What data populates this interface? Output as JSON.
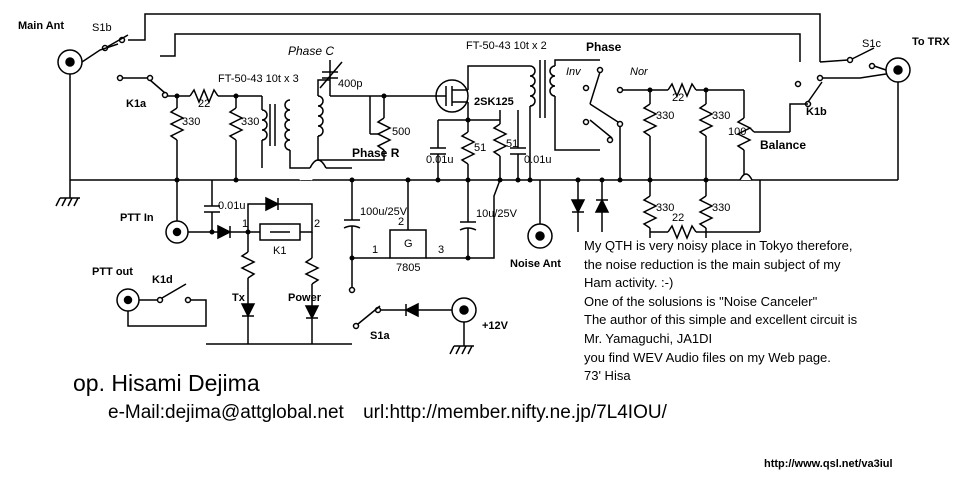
{
  "labels": {
    "main_ant": "Main Ant",
    "to_trx": "To TRX",
    "s1b": "S1b",
    "s1c": "S1c",
    "s1a": "S1a",
    "k1a": "K1a",
    "k1b": "K1b",
    "k1d": "K1d",
    "k1": "K1",
    "r22_left": "22",
    "r22_right": "22",
    "r22_bottom": "22",
    "r330_a": "330",
    "r330_b": "330",
    "r330_c": "330",
    "r330_d": "330",
    "r330_e": "330",
    "r330_f": "330",
    "toroid_left": "FT-50-43 10t x 3",
    "toroid_right": "FT-50-43 10t x 2",
    "phase_c": "Phase C",
    "cap_400p": "400p",
    "pot_500": "500",
    "phase_r": "Phase R",
    "fet": "2SK125",
    "r51_a": "51",
    "r51_b": "51",
    "cap_001_a": "0.01u",
    "cap_001_b": "0.01u",
    "cap_001_c": "0.01u",
    "phase": "Phase",
    "inv": "Inv",
    "nor": "Nor",
    "pot_100": "100",
    "balance": "Balance",
    "ptt_in": "PTT In",
    "ptt_out": "PTT out",
    "cap_100u": "100u/25V",
    "cap_10u": "10u/25V",
    "reg": "7805",
    "reg_pin1": "1",
    "reg_pin2": "2",
    "reg_pin3": "3",
    "reg_g": "G",
    "relay_pin1": "1",
    "relay_pin2": "2",
    "led_tx": "Tx",
    "led_power": "Power",
    "noise_ant": "Noise Ant",
    "plus12v": "+12V"
  },
  "notes": [
    "My QTH is very noisy place in Tokyo therefore,",
    "the noise reduction is the main subject of my",
    "Ham activity.  :-)",
    "One of the solusions is \"Noise Canceler\"",
    "The author of this simple and excellent circuit is",
    "Mr. Yamaguchi, JA1DI",
    "you find WEV Audio files on my Web page.",
    "73' Hisa"
  ],
  "author": "op. Hisami Dejima",
  "contact": {
    "email": "e-Mail:dejima@attglobal.net",
    "url": "url:http://member.nifty.ne.jp/7L4IOU/"
  },
  "website": "http://www.qsl.net/va3iul"
}
